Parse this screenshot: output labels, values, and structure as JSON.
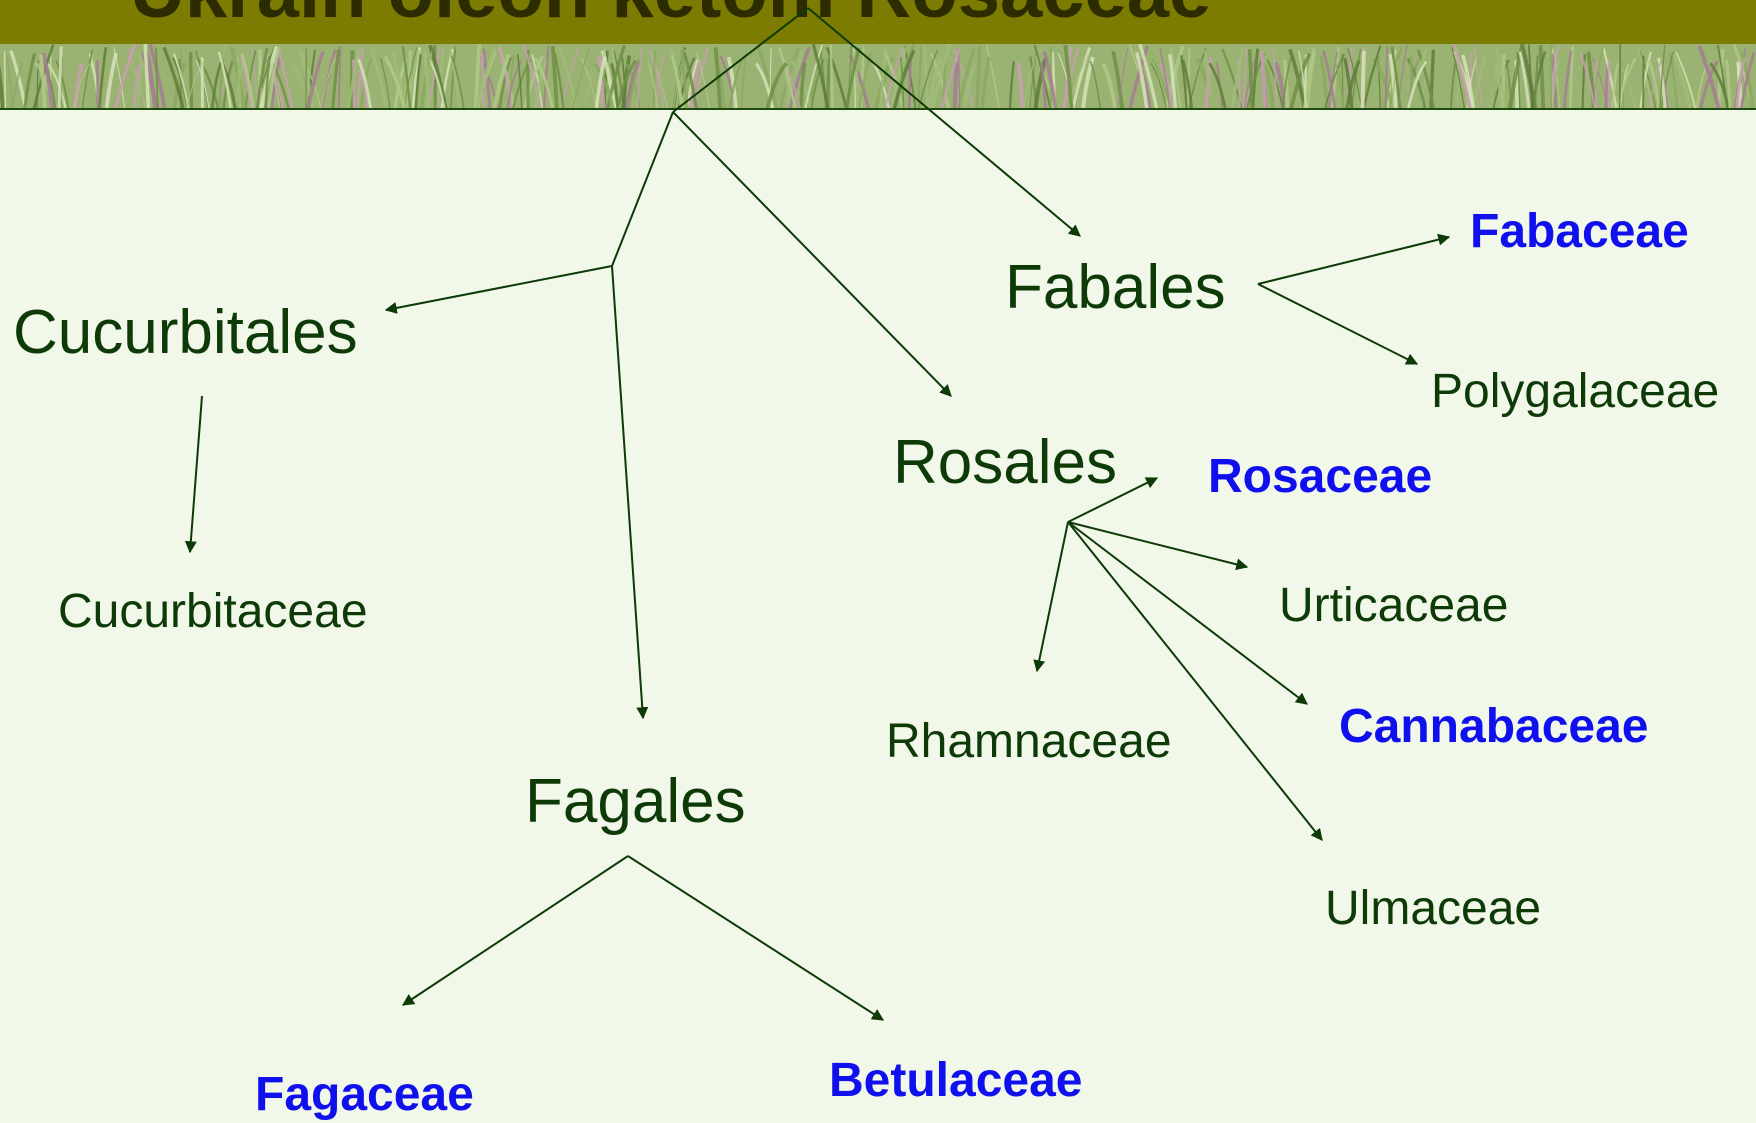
{
  "title": "Ukrain oleoh ketom Rosaceae",
  "colors": {
    "background": "#f1f7e9",
    "title_band": "#7c7c02",
    "text": "#0d3a07",
    "highlight": "#1010ee",
    "lines": "#0d3a07"
  },
  "orders": {
    "cucurbitales": "Cucurbitales",
    "fabales": "Fabales",
    "rosales": "Rosales",
    "fagales": "Fagales"
  },
  "families": {
    "cucurbitaceae": "Cucurbitaceae",
    "fabaceae": "Fabaceae",
    "polygalaceae": "Polygalaceae",
    "rosaceae": "Rosaceae",
    "urticaceae": "Urticaceae",
    "cannabaceae": "Cannabaceae",
    "rhamnaceae": "Rhamnaceae",
    "ulmaceae": "Ulmaceae",
    "fagaceae": "Fagaceae",
    "betulaceae": "Betulaceae"
  }
}
